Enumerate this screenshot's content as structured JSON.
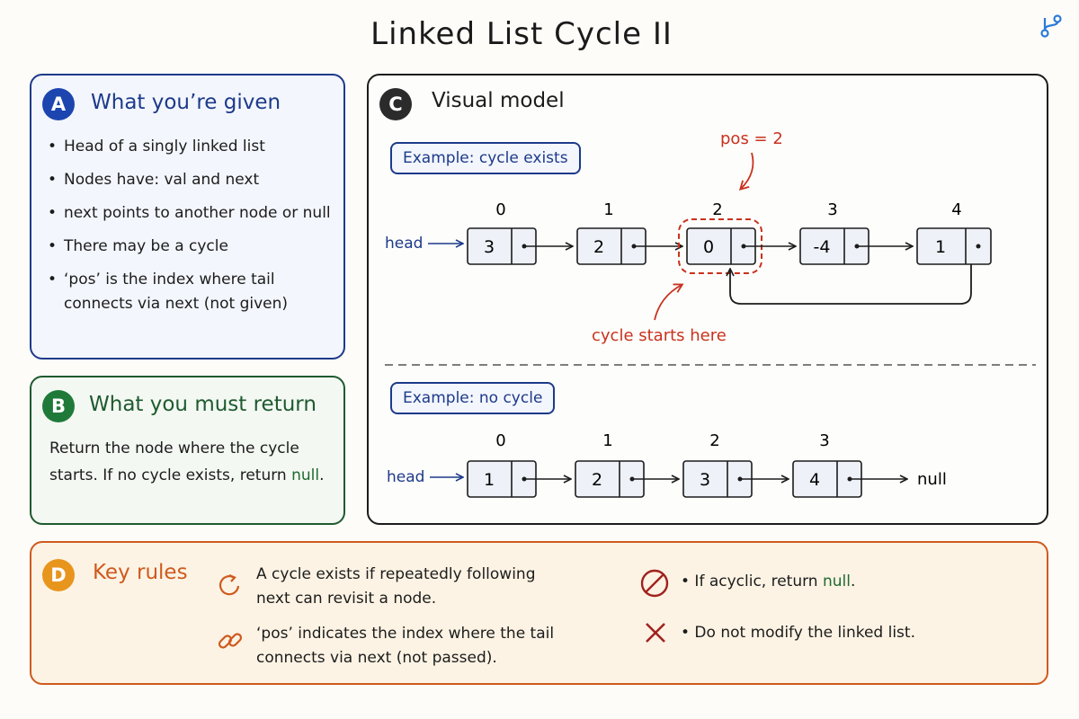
{
  "title": "Linked List Cycle II",
  "icons": {
    "corner": "branch-icon"
  },
  "panel_a": {
    "badge": "A",
    "heading": "What you’re given",
    "items": [
      "Head of a singly linked list",
      "Nodes have: val and next",
      "next points to another node or null",
      "There may be a cycle",
      "‘pos’ is the index where tail connects via next (not given)"
    ]
  },
  "panel_b": {
    "badge": "B",
    "heading": "What you must return",
    "text": "Return the node where the cycle starts. If no cycle exists, return",
    "keyword": "null",
    "end": "."
  },
  "panel_c": {
    "badge": "C",
    "heading": "Visual model",
    "example1": {
      "label": "Example: cycle exists",
      "head_label": "head",
      "indices": [
        "0",
        "1",
        "2",
        "3",
        "4"
      ],
      "values": [
        "3",
        "2",
        "0",
        "-4",
        "1"
      ],
      "pos_label": "pos = 2",
      "cycle_label": "cycle starts here"
    },
    "example2": {
      "label": "Example: no cycle",
      "head_label": "head",
      "indices": [
        "0",
        "1",
        "2",
        "3"
      ],
      "values": [
        "1",
        "2",
        "3",
        "4"
      ],
      "null_label": "null"
    }
  },
  "panel_d": {
    "badge": "D",
    "heading": "Key rules",
    "rules": [
      {
        "icon": "cycle-arrow-icon",
        "text": "A cycle exists if repeatedly following next can revisit a node."
      },
      {
        "icon": "link-icon",
        "text": "‘pos’ indicates the index where the tail connects via next (not passed)."
      },
      {
        "icon": "prohibited-icon",
        "text": "• If acyclic, return",
        "keyword": "null",
        "end": "."
      },
      {
        "icon": "x-icon",
        "text": "• Do not modify the linked list."
      }
    ]
  },
  "colors": {
    "navy": "#1d3a8a",
    "green": "#1f5a2f",
    "orange": "#cf5a1e",
    "red": "#c8321e",
    "node_fill": "#eef1f8"
  }
}
